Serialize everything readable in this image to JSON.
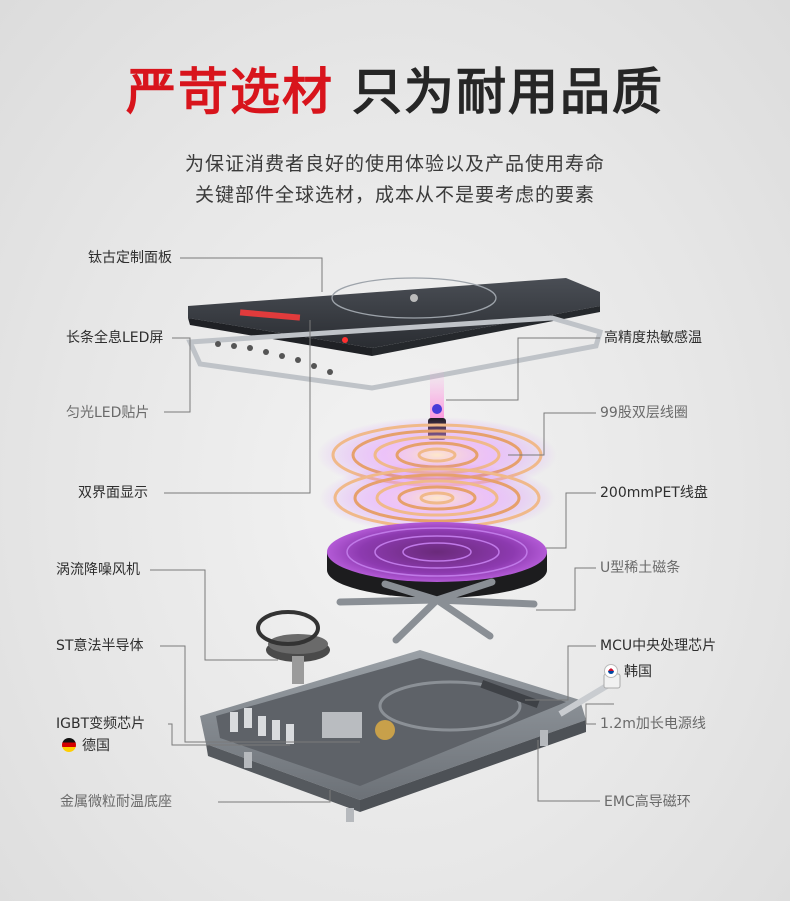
{
  "headline": {
    "red": "严苛选材",
    "dark": "只为耐用品质"
  },
  "subtitle": {
    "line1": "为保证消费者良好的使用体验以及产品使用寿命",
    "line2": "关键部件全球选材，成本从不是要考虑的要素"
  },
  "labels": {
    "panel": "钛古定制面板",
    "led_screen": "长条全息LED屏",
    "led_patch": "匀光LED贴片",
    "dual_display": "双界面显示",
    "fan": "涡流降噪风机",
    "st_chip": "ST意法半导体",
    "igbt": "IGBT变频芯片",
    "germany": "德国",
    "base": "金属微粒耐温底座",
    "sensor": "高精度热敏感温",
    "coil_99": "99股双层线圈",
    "pet_coil": "200mmPET线盘",
    "magnet": "U型稀土磁条",
    "mcu": "MCU中央处理芯片",
    "korea": "韩国",
    "cable": "1.2m加长电源线",
    "emc": "EMC高导磁环"
  },
  "colors": {
    "accent_red": "#d8141c",
    "dark_text": "#262626",
    "leader_line": "#7a7a7a",
    "coil_glow": "#c86bff"
  }
}
